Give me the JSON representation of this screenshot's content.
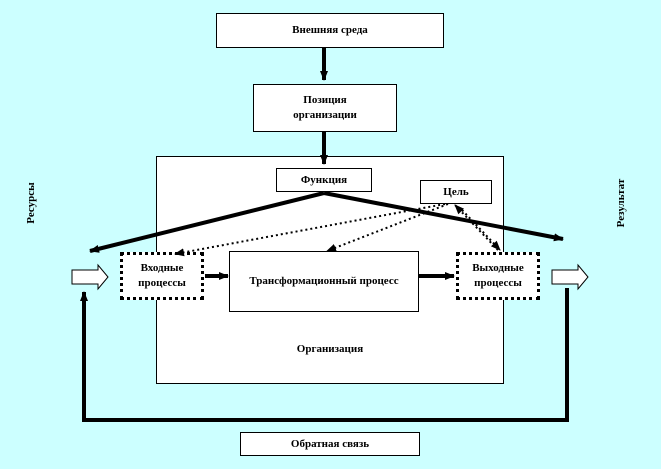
{
  "nodes": {
    "external_env": "Внешняя  среда",
    "org_position": "Позиция\nорганизации",
    "function": "Функция",
    "goal": "Цель",
    "input_processes": "Входные\nпроцессы",
    "transformation": "Трансформационный  процесс",
    "output_processes": "Выходные\nпроцессы",
    "organization": "Организация",
    "feedback": "Обратная связь"
  },
  "side_labels": {
    "resources": "Ресурсы",
    "result": "Результат"
  },
  "colors": {
    "background": "#ccffff",
    "box_fill": "#ffffff",
    "stroke": "#000000"
  }
}
